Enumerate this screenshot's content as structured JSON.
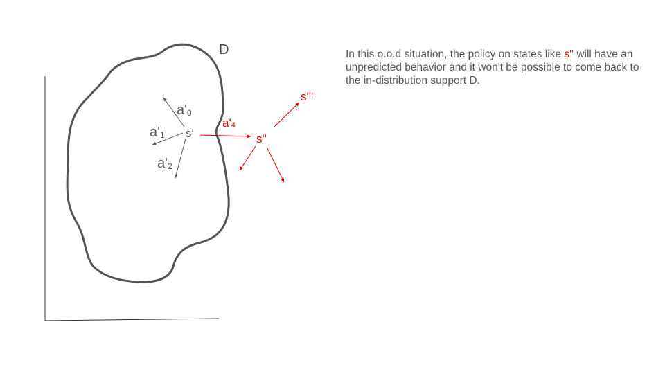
{
  "diagram": {
    "region_label": "D",
    "state_label": "s'",
    "action_labels": [
      {
        "base": "a'",
        "sub": "0"
      },
      {
        "base": "a'",
        "sub": "1"
      },
      {
        "base": "a'",
        "sub": "2"
      }
    ],
    "ood_action_label": {
      "base": "a'",
      "sub": "4"
    },
    "ood_state_label": "s''",
    "next_ood_state_label": "s'''",
    "colors": {
      "outline": "#555555",
      "in_distribution": "#595959",
      "out_of_distribution": "#e00000",
      "axes": "#333333"
    }
  },
  "caption": {
    "before": "In this o.o.d situation, the policy on states like ",
    "highlight": "s''",
    "after": " will have an unpredicted behavior and it won't be possible to come back to the in-distribution support D."
  }
}
